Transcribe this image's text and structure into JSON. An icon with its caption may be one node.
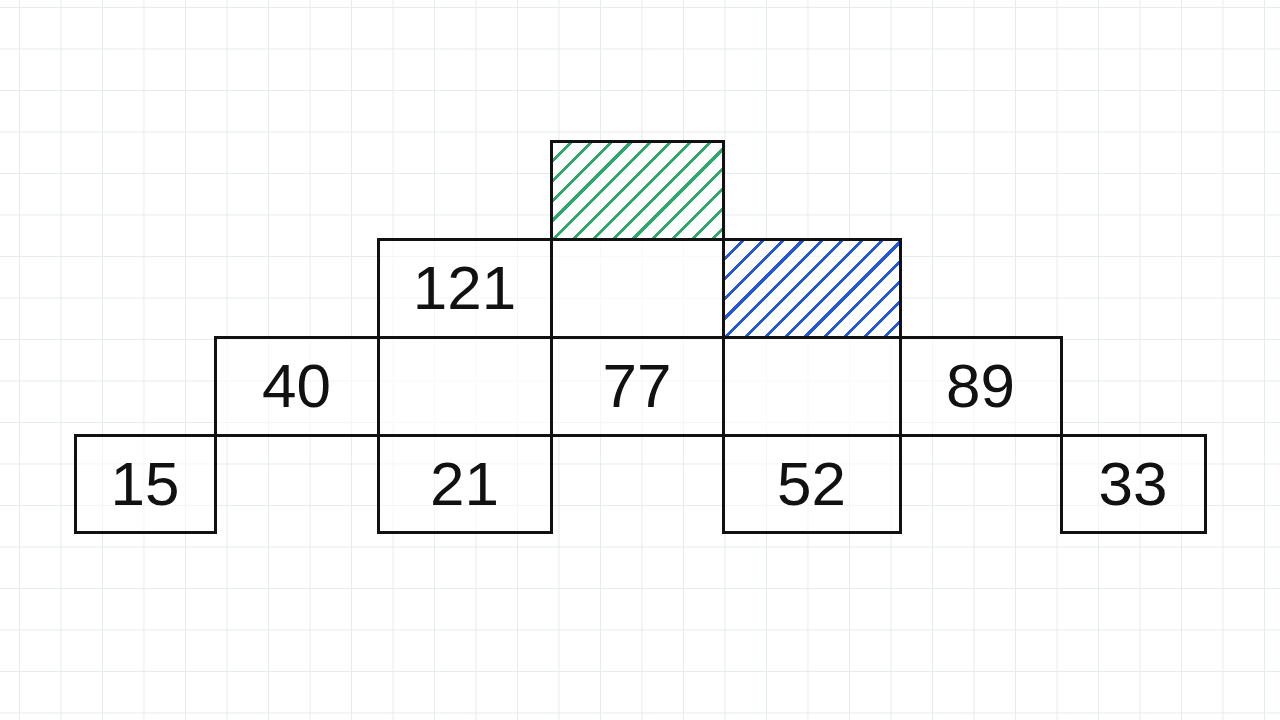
{
  "diagram": {
    "nodes": [
      {
        "text": [],
        "shape": "box"
      },
      {
        "text": [
          "121"
        ]
      },
      {
        "text": [],
        "shape": "box"
      },
      {
        "text": [],
        "shape": "box"
      },
      {
        "text": [
          "40"
        ]
      },
      {
        "text": [],
        "shape": "box"
      },
      {
        "text": [
          "77"
        ]
      },
      {
        "text": [],
        "shape": "box"
      },
      {
        "text": [
          "89"
        ]
      },
      {
        "text": [
          "15"
        ]
      },
      {
        "text": [
          "21"
        ]
      },
      {
        "text": [
          "52"
        ]
      },
      {
        "text": [
          "33"
        ]
      }
    ]
  }
}
